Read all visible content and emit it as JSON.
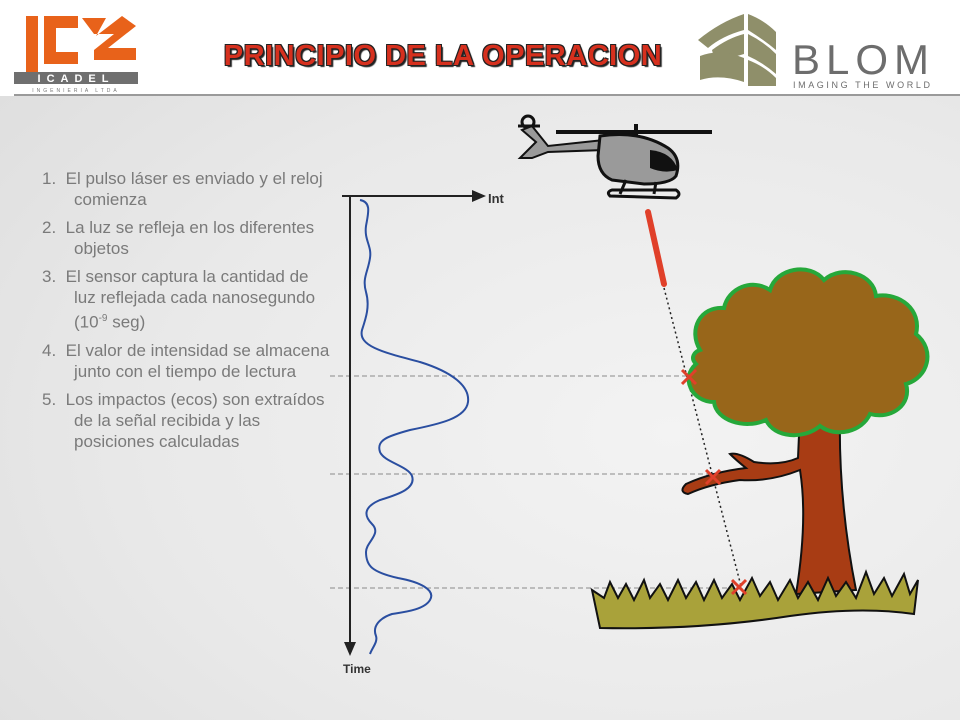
{
  "title": "PRINCIPIO DE LA OPERACION",
  "logos": {
    "left": {
      "mark": "IC2",
      "name": "ICADEL",
      "tagline": "INGENIERIA LTDA"
    },
    "right": {
      "name": "BLOM",
      "tagline": "IMAGING THE WORLD"
    }
  },
  "steps": [
    {
      "number": "1.",
      "text": "El pulso láser es enviado y el reloj comienza"
    },
    {
      "number": "2.",
      "text": "La luz se refleja en los diferentes objetos"
    },
    {
      "number": "3.",
      "text": "El sensor captura la cantidad de luz reflejada cada nanosegundo (10",
      "sup": "-9",
      "text_after": " seg)"
    },
    {
      "number": "4.",
      "text": "El valor de intensidad se almacena junto con el tiempo de lectura"
    },
    {
      "number": "5.",
      "text": "Los impactos (ecos) son extraídos de la señal recibida y las posiciones calculadas"
    }
  ],
  "waveform": {
    "x_axis_label": "Int",
    "y_axis_label": "Time"
  },
  "colors": {
    "title": "#d6301e",
    "step_text": "#7a7a7a",
    "waveform": "#2a4ea0",
    "laser": "#e0402a",
    "marker": "#e0402a",
    "foliage": "#98661a",
    "trunk": "#a83c14",
    "grass": "#a9a23a"
  }
}
